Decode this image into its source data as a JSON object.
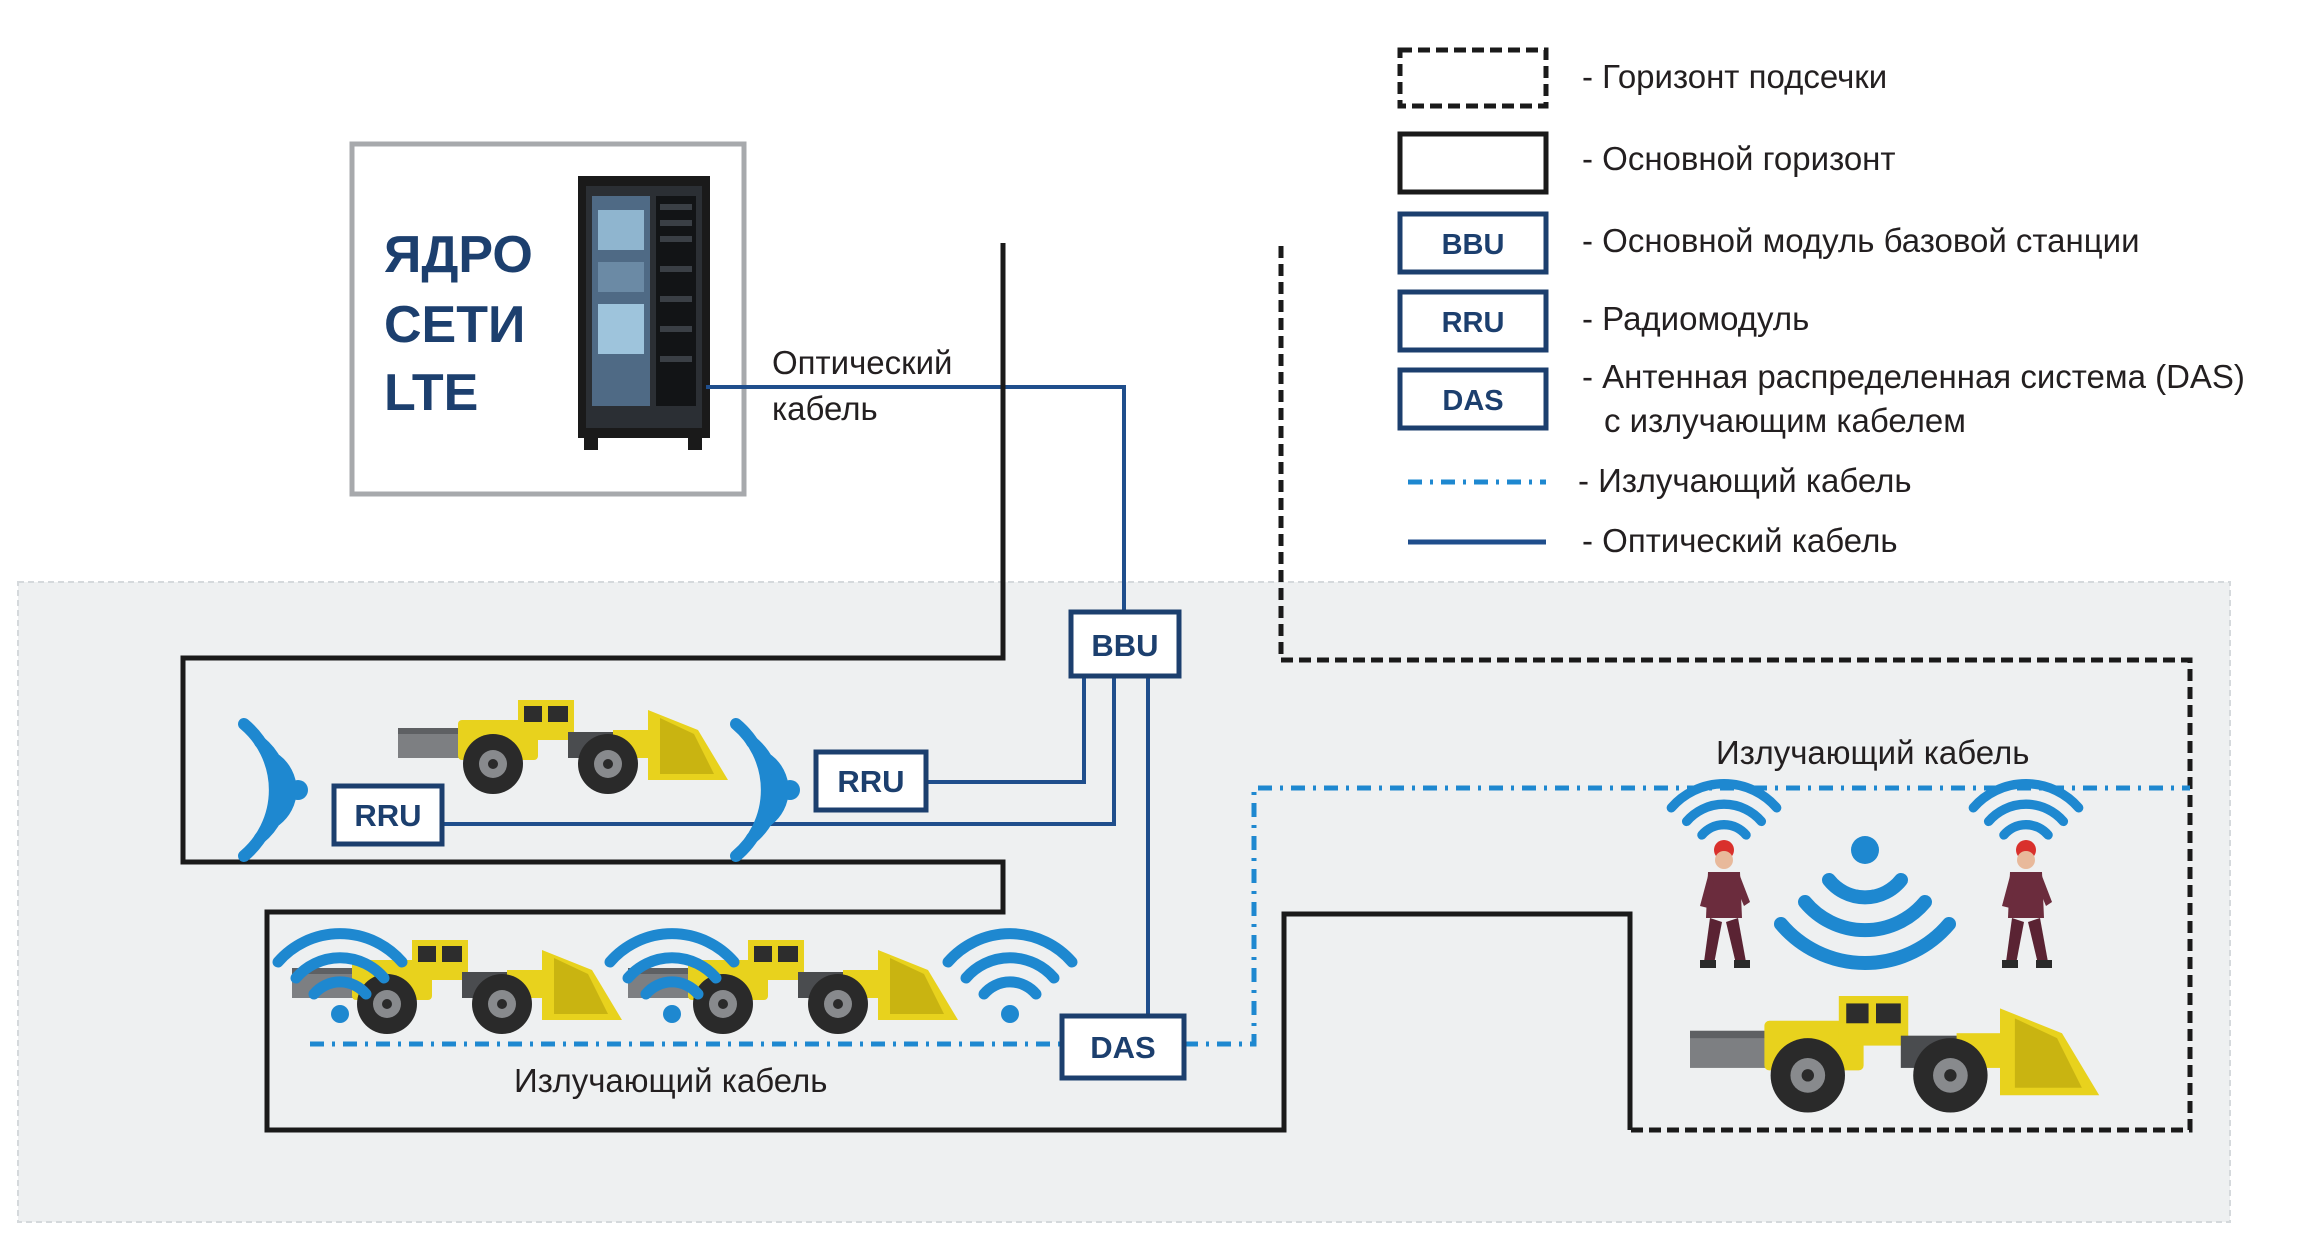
{
  "core": {
    "line1": "ЯДРО",
    "line2": "СЕТИ",
    "line3": "LTE"
  },
  "labels": {
    "optical_cable_line1": "Оптический",
    "optical_cable_line2": "кабель",
    "radiating_cable_right": "Излучающий кабель",
    "radiating_cable_bottom": "Излучающий кабель"
  },
  "boxes": {
    "bbu": "BBU",
    "rru_left": "RRU",
    "rru_right": "RRU",
    "das": "DAS"
  },
  "legend": {
    "undercut_horizon": "- Горизонт подсечки",
    "main_horizon": "- Основной горизонт",
    "bbu_box": "BBU",
    "bbu_desc": "- Основной модуль базовой станции",
    "rru_box": "RRU",
    "rru_desc": "- Радиомодуль",
    "das_box": "DAS",
    "das_desc_line1": "- Антенная распределенная система (DAS)",
    "das_desc_line2": "с излучающим кабелем",
    "radiating_desc": "- Излучающий кабель",
    "optical_desc": "- Оптический кабель"
  },
  "colors": {
    "navy": "#1c3f6e",
    "fiber": "#1f4e8c",
    "radiating": "#1e88d0",
    "wifi": "#1e88d0",
    "loader_yellow": "#e8d21d",
    "loader_grey": "#7d7f82",
    "area_bg": "#eef0f1",
    "worker": "#6b2c3d"
  },
  "icons": [
    "server-rack-icon",
    "wifi-signal-icon",
    "mining-loader-icon",
    "miner-worker-icon"
  ]
}
